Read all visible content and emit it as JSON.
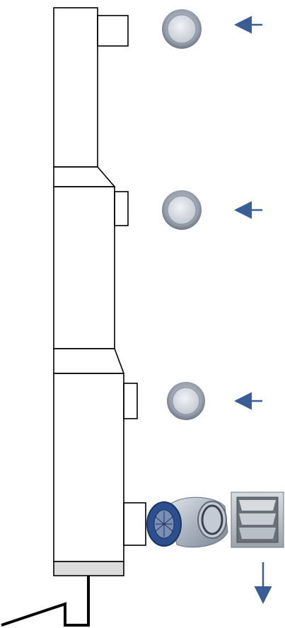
{
  "diagram": {
    "components": [
      {
        "id": "duct-section-upper",
        "kind": "duct-section"
      },
      {
        "id": "duct-section-middle",
        "kind": "duct-section"
      },
      {
        "id": "duct-section-lower",
        "kind": "duct-section"
      },
      {
        "id": "air-valve-1",
        "kind": "disc-air-valve"
      },
      {
        "id": "air-valve-2",
        "kind": "disc-air-valve"
      },
      {
        "id": "air-valve-3",
        "kind": "disc-air-valve"
      },
      {
        "id": "inline-duct-fan",
        "kind": "fan"
      },
      {
        "id": "exhaust-grille",
        "kind": "grille"
      }
    ],
    "flow_arrows": [
      {
        "id": "intake-arrow-1",
        "direction": "left"
      },
      {
        "id": "intake-arrow-2",
        "direction": "left"
      },
      {
        "id": "intake-arrow-3",
        "direction": "left"
      },
      {
        "id": "exhaust-arrow",
        "direction": "down"
      }
    ],
    "colors": {
      "outline": "#000000",
      "arrow": "#3a5d95",
      "valve_ring": "#7e8796",
      "valve_center": "#e2e5ea",
      "fan_metal": "#a7b0bd",
      "fan_blue": "#2d4f8e",
      "grille_frame": "#9aa0a8",
      "base_fill": "#dcdcdc"
    }
  }
}
